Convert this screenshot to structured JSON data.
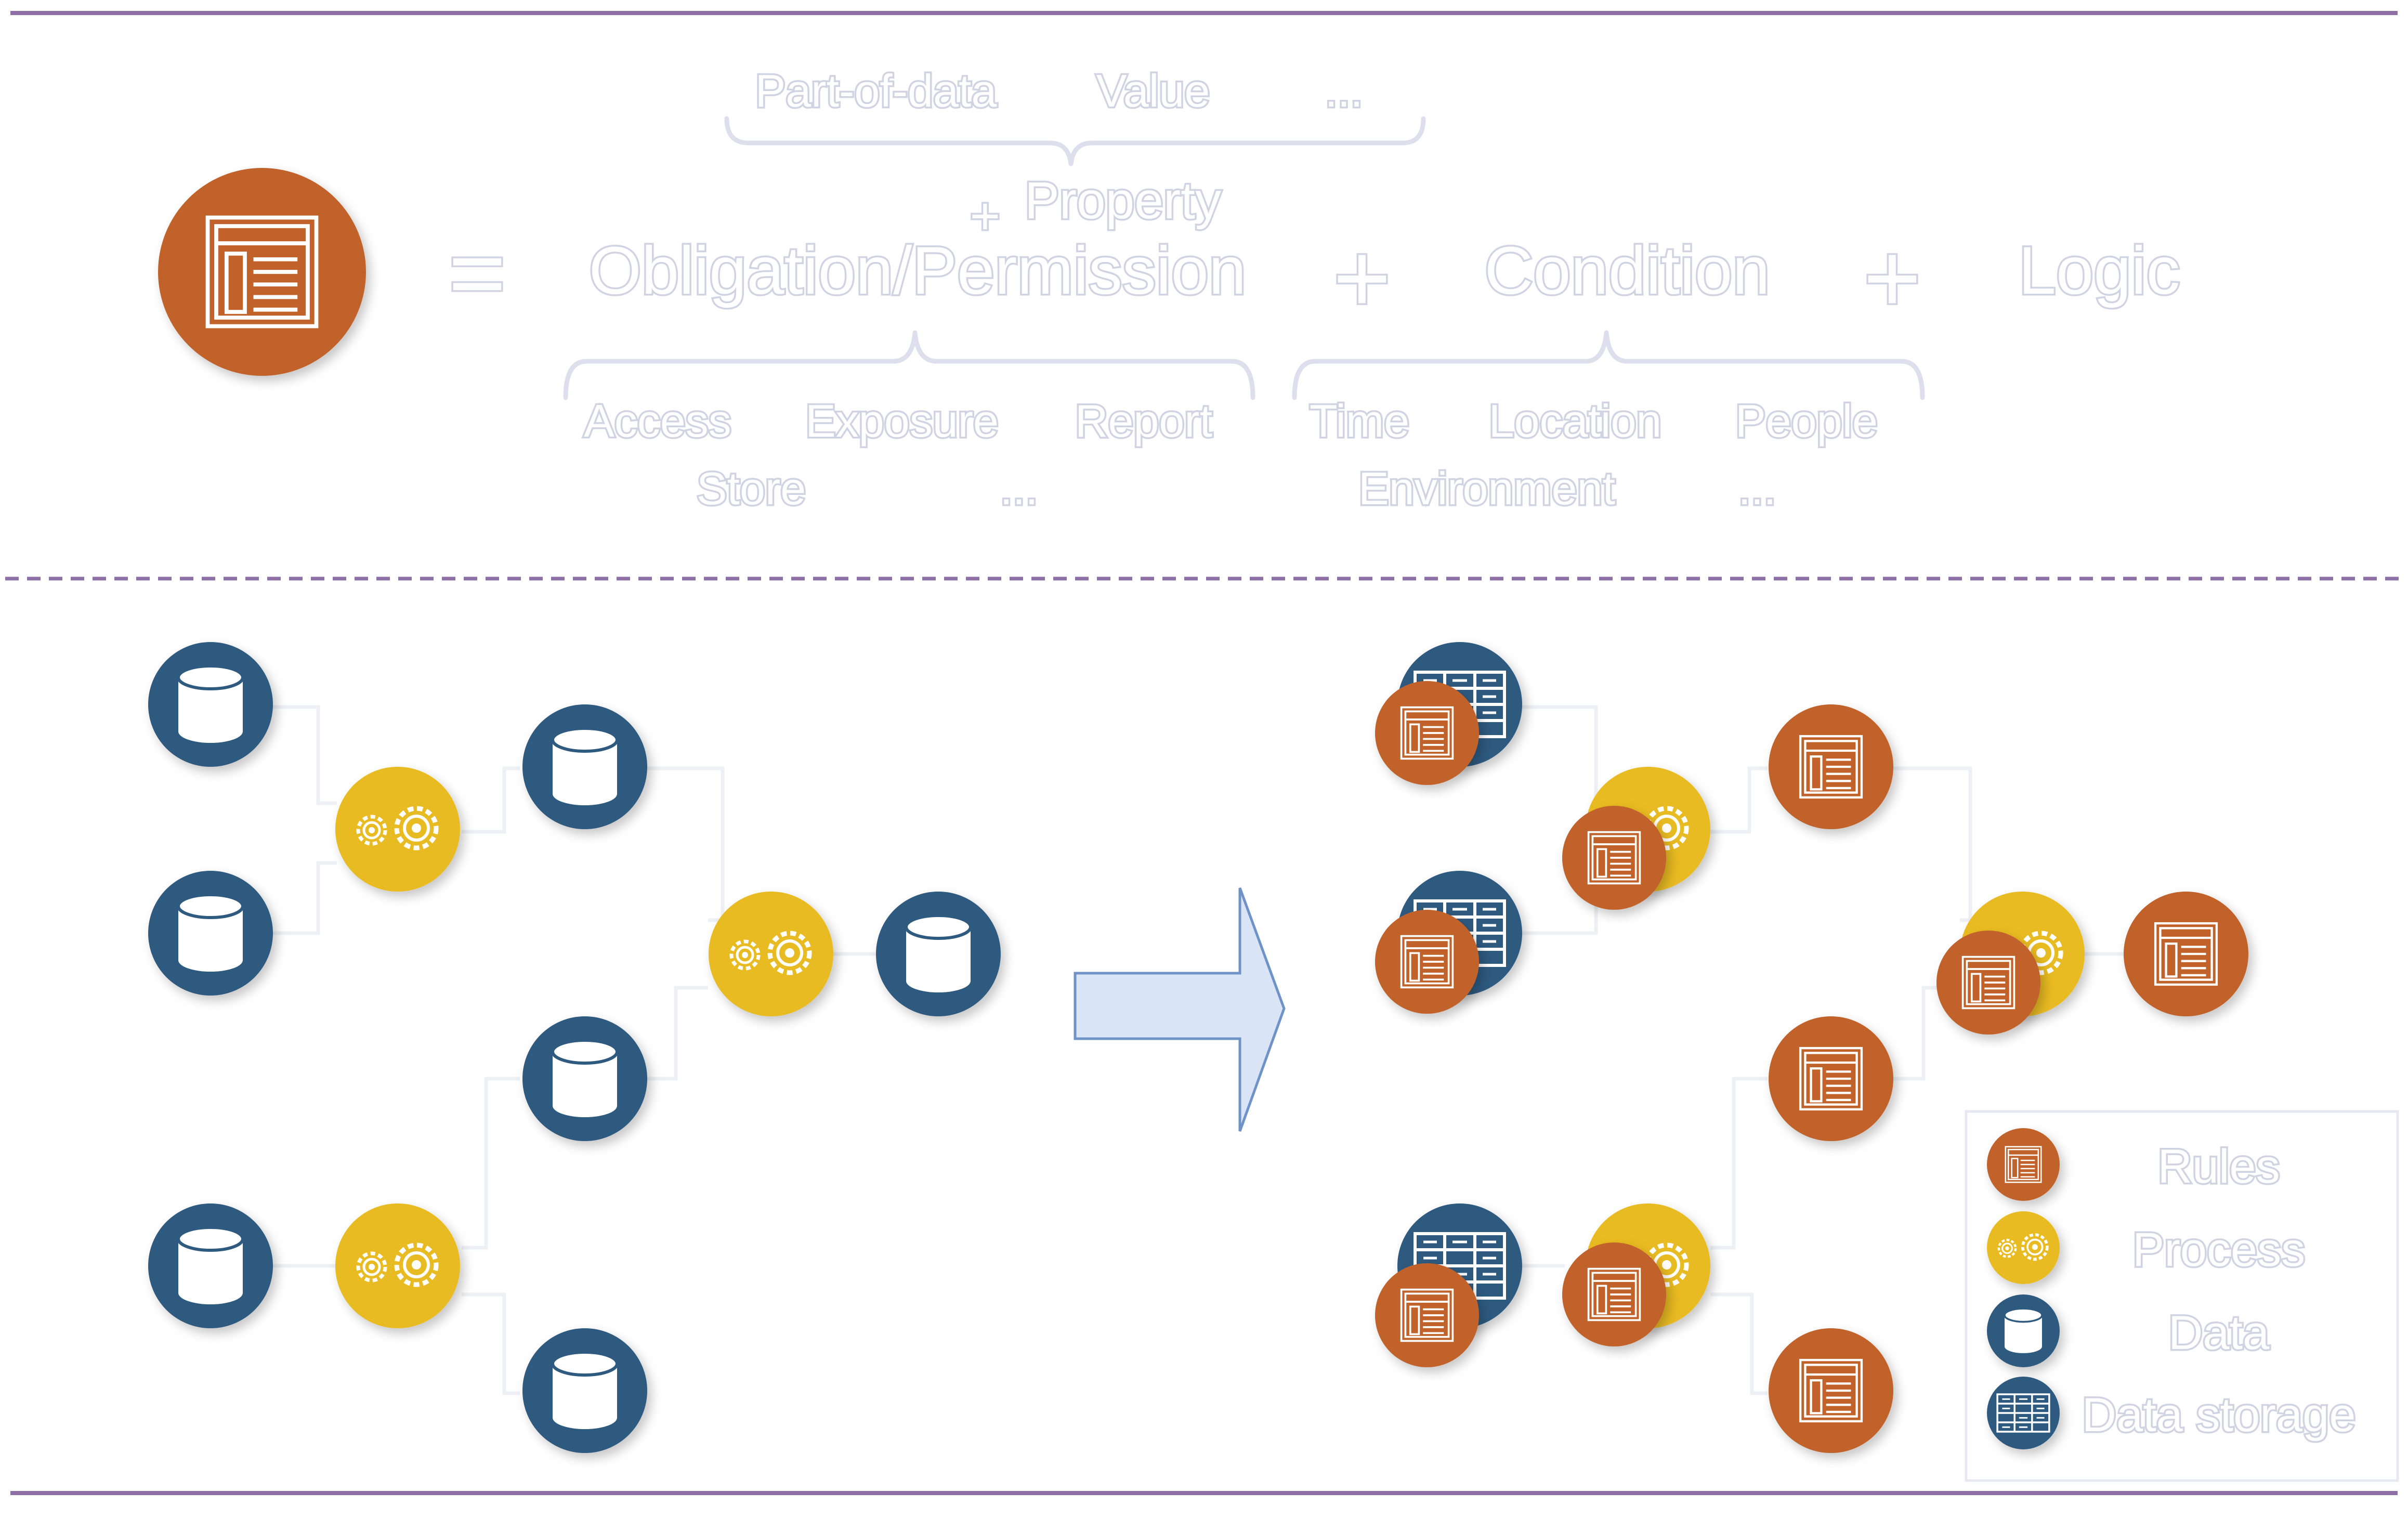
{
  "formula": {
    "equals": "=",
    "plus": "+",
    "terms": {
      "obligation": "Obligation/Permission",
      "property": "Property",
      "property_plus": "+",
      "condition": "Condition",
      "logic": "Logic"
    },
    "property_items": [
      "Part-of-data",
      "Value",
      "..."
    ],
    "obligation_items": [
      "Access",
      "Exposure",
      "Report",
      "Store",
      "..."
    ],
    "condition_items": [
      "Time",
      "Location",
      "People",
      "Environment",
      "..."
    ]
  },
  "legend": {
    "rules": "Rules",
    "process": "Process",
    "data": "Data",
    "data_storage": "Data storage"
  },
  "colors": {
    "rule": "#c0622b",
    "process": "#e9bb22",
    "data": "#2f5a80",
    "divider": "#8e70a6",
    "arrow_fill": "#d9e5f7",
    "arrow_stroke": "#6f93c8"
  },
  "icons": {
    "rule": "rule-document-icon",
    "process": "gears-icon",
    "data": "database-cylinder-icon",
    "storage": "storage-grid-icon"
  }
}
